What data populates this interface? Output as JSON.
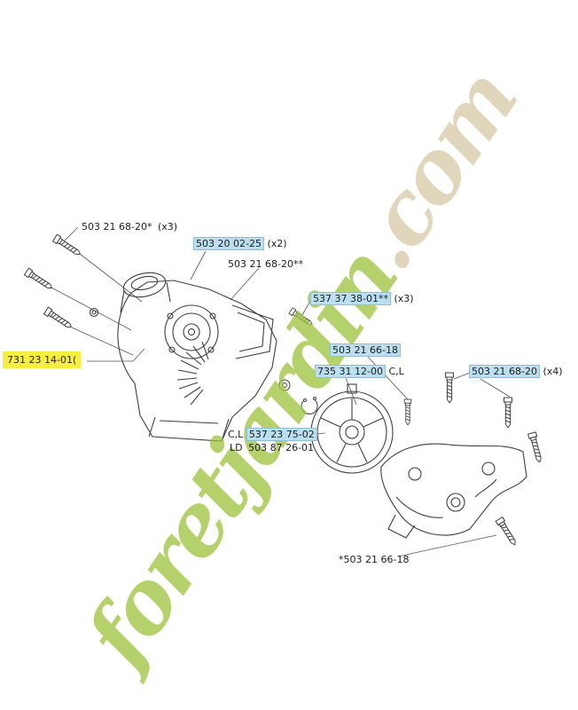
{
  "page": {
    "background": "#ffffff"
  },
  "watermark": {
    "text_green": "foretjardin",
    "text_tan": ".com"
  },
  "colors": {
    "highlight_blue": "#b9dff0",
    "highlight_yellow": "#f8ee3e",
    "watermark_green": "#9cc23c",
    "watermark_tan": "#d6c9a6",
    "line": "#3f3f3f"
  },
  "diagram": {
    "type": "exploded-parts-diagram",
    "parts": [
      "crankcase-housing",
      "starter-cup",
      "fan",
      "screws",
      "washer",
      "retainer-clip",
      "clutch-drum",
      "mounting-bracket"
    ]
  },
  "labels": [
    {
      "prefix": "",
      "code": "503 21 68-20*",
      "suffix": " (x3)",
      "highlight": "none"
    },
    {
      "prefix": "",
      "code": "503 20 02-25",
      "suffix": " (x2)",
      "highlight": "blue"
    },
    {
      "prefix": "",
      "code": "503 21 68-20**",
      "suffix": "",
      "highlight": "none"
    },
    {
      "prefix": "",
      "code": "537 37 38-01**",
      "suffix": " (x3)",
      "highlight": "blue"
    },
    {
      "prefix": "",
      "code": "731 23 14-01(",
      "suffix": "",
      "highlight": "yellow"
    },
    {
      "prefix": "",
      "code": "503 21 66-18",
      "suffix": "",
      "highlight": "blue"
    },
    {
      "prefix": "",
      "code": "735 31 12-00",
      "suffix": " C,L",
      "highlight": "blue"
    },
    {
      "prefix": "",
      "code": "503 21 68-20",
      "suffix": " (x4)",
      "highlight": "blue"
    },
    {
      "prefix": "C,L ",
      "code": "537 23 75-02",
      "suffix": "",
      "highlight": "blue"
    },
    {
      "prefix": "LD ",
      "code": "503 87 26-01",
      "suffix": "",
      "highlight": "none"
    },
    {
      "prefix": "",
      "code": "*503 21 66-18",
      "suffix": "",
      "highlight": "none"
    }
  ]
}
